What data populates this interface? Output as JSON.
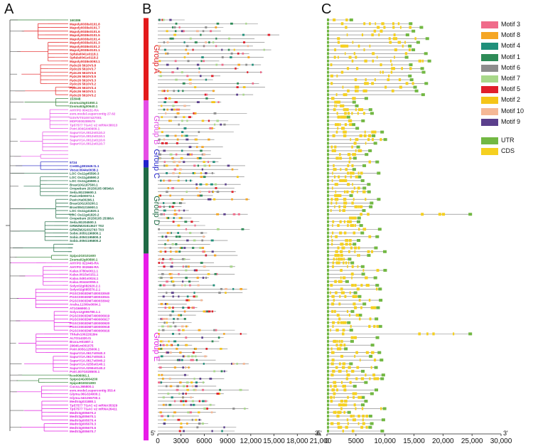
{
  "panels": {
    "a": "A",
    "b": "B",
    "c": "C"
  },
  "groups": [
    {
      "label": "Group A",
      "color": "#e31a1c",
      "start": 0,
      "end": 21
    },
    {
      "label": "Group B",
      "color": "#e54ce5",
      "start": 22,
      "end": 37
    },
    {
      "label": "Group C",
      "color": "#2222cc",
      "start": 38,
      "end": 39
    },
    {
      "label": "Group D",
      "color": "#1f6b45",
      "start": 40,
      "end": 62
    },
    {
      "label": "Group E",
      "color": "#e81ce8",
      "start": 63,
      "end": 112
    }
  ],
  "leaves": [
    {
      "name": "160386",
      "g": "other"
    },
    {
      "name": "Mapoly0038s0101.8",
      "g": "A"
    },
    {
      "name": "Mapoly0038s0101.7",
      "g": "A"
    },
    {
      "name": "Mapoly0038s0101.6",
      "g": "A"
    },
    {
      "name": "Mapoly0038s0101.5",
      "g": "A"
    },
    {
      "name": "Mapoly0038s0101.4",
      "g": "A"
    },
    {
      "name": "Mapoly0038s0101.3",
      "g": "A"
    },
    {
      "name": "Mapoly0038s0101.2",
      "g": "A"
    },
    {
      "name": "Mapoly0038s0101.1",
      "g": "A"
    },
    {
      "name": "Spfala0041s0118.1",
      "g": "A"
    },
    {
      "name": "Spfala0041s0118.2",
      "g": "A"
    },
    {
      "name": "Mapoly0038s0093.1",
      "g": "A"
    },
    {
      "name": "Pp3c26 5610V3.8",
      "g": "A"
    },
    {
      "name": "Pp3c26 5610V3.7",
      "g": "A"
    },
    {
      "name": "Pp3c26 5610V3.6",
      "g": "A"
    },
    {
      "name": "Pp3c26 5610V3.5",
      "g": "A"
    },
    {
      "name": "Pp3c26 5610V3.3",
      "g": "A"
    },
    {
      "name": "Pp3c26 5610V3.2",
      "g": "A"
    },
    {
      "name": "Pp3c26 5610V3.4",
      "g": "A"
    },
    {
      "name": "Pp3c26 5610V3.1",
      "g": "A"
    },
    {
      "name": "Pp3c26 5610V3.2",
      "g": "A"
    },
    {
      "name": "153048",
      "g": "other"
    },
    {
      "name": "Zosma15g01650.1",
      "g": "other"
    },
    {
      "name": "Zosma53g00640.1",
      "g": "other"
    },
    {
      "name": "AHYPO 004151-RA",
      "g": "B"
    },
    {
      "name": "evm.model.supercontig 27.62",
      "g": "B"
    },
    {
      "name": "GSVIVT01007437001",
      "g": "B"
    },
    {
      "name": "MDP0000289579",
      "g": "B"
    },
    {
      "name": "Tp57577 TGAC v2 mRNA38013",
      "g": "B"
    },
    {
      "name": "Potri.004G040900.1",
      "g": "B"
    },
    {
      "name": "SapurV1A.0012s0110.2",
      "g": "B"
    },
    {
      "name": "SapurV1A.0012s0110.1",
      "g": "B"
    },
    {
      "name": "SapurV1A.0012s0110.6",
      "g": "B"
    },
    {
      "name": "SapurV1A.0012s0110.7",
      "g": "B"
    },
    {
      "name": "",
      "g": "B"
    },
    {
      "name": "",
      "g": "B"
    },
    {
      "name": "",
      "g": "B"
    },
    {
      "name": "",
      "g": "B"
    },
    {
      "name": "5724",
      "g": "C"
    },
    {
      "name": "Cre08.g381949.t1.1",
      "g": "C"
    },
    {
      "name": "Vocar.0044s0038.1",
      "g": "C"
    },
    {
      "name": "LOC Os11g45590.3",
      "g": "D"
    },
    {
      "name": "LOC Os11g45590.2",
      "g": "D"
    },
    {
      "name": "LOC Os11g45590.1",
      "g": "D"
    },
    {
      "name": "Brast10G187500.1",
      "g": "D"
    },
    {
      "name": "Oropetium 20150105 08546A",
      "g": "D"
    },
    {
      "name": "Seita.8G236600.1",
      "g": "D"
    },
    {
      "name": "Pavir.Hb00072.1",
      "g": "D"
    },
    {
      "name": "Pavir.Ha00296.1",
      "g": "D"
    },
    {
      "name": "Brast10G163200.1",
      "g": "D"
    },
    {
      "name": "Brast05G215900.1",
      "g": "D"
    },
    {
      "name": "LOC Os11g41820.1",
      "g": "D"
    },
    {
      "name": "LOC Os11g41820.2",
      "g": "D"
    },
    {
      "name": "Oropetium 20150105 25386A",
      "g": "D"
    },
    {
      "name": "Seita.8G204500.1",
      "g": "D"
    },
    {
      "name": "GRMZM2G813627 T02",
      "g": "D"
    },
    {
      "name": "GRMZM2G032763 T03",
      "g": "D"
    },
    {
      "name": "Sobic.005G196800.1",
      "g": "D"
    },
    {
      "name": "Sobic.005G195800.3",
      "g": "D"
    },
    {
      "name": "Sobic.005G195800.2",
      "g": "D"
    },
    {
      "name": "",
      "g": "D"
    },
    {
      "name": "",
      "g": "D"
    },
    {
      "name": "",
      "g": "D"
    },
    {
      "name": "Spipo2G0101600",
      "g": "other"
    },
    {
      "name": "Zosma02g00890.1",
      "g": "other"
    },
    {
      "name": "AHYPO 022445-RA",
      "g": "E"
    },
    {
      "name": "AHYPO 002666-RA",
      "g": "E"
    },
    {
      "name": "Kalax.0780s0011.1",
      "g": "E"
    },
    {
      "name": "Kalax.0015s0151.1",
      "g": "E"
    },
    {
      "name": "Kalax.0491s0024.1",
      "g": "E"
    },
    {
      "name": "Kalax.0044s0055.1",
      "g": "E"
    },
    {
      "name": "Solyc02g082920.2.1",
      "g": "E"
    },
    {
      "name": "Solyc02g085570.2.1",
      "g": "E"
    },
    {
      "name": "PGSC0003DMT400033040",
      "g": "E"
    },
    {
      "name": "PGSC0003DMT400033041",
      "g": "E"
    },
    {
      "name": "PGSC0003DMT400033042",
      "g": "E"
    },
    {
      "name": "Araha.11309s0004.1",
      "g": "E"
    },
    {
      "name": "AT1G66900.1",
      "g": "E"
    },
    {
      "name": "Solyc12g006780.1.1",
      "g": "E"
    },
    {
      "name": "PGSC0003DMT400000919",
      "g": "E"
    },
    {
      "name": "PGSC0003DMT400000917",
      "g": "E"
    },
    {
      "name": "PGSC0003DMT400000920",
      "g": "E"
    },
    {
      "name": "PGSC0003DMT400000918",
      "g": "E"
    },
    {
      "name": "PGSC0003DMT400000916",
      "g": "E"
    },
    {
      "name": "Thhalv10022618m",
      "g": "E"
    },
    {
      "name": "ALTO14320.t1",
      "g": "E"
    },
    {
      "name": "Brara.H01687.1",
      "g": "E"
    },
    {
      "name": "29646.m001075",
      "g": "E"
    },
    {
      "name": "Potri.005G125000.1",
      "g": "E"
    },
    {
      "name": "SapurV1A.0617s0040.3",
      "g": "E"
    },
    {
      "name": "SapurV1A.0617s0040.1",
      "g": "E"
    },
    {
      "name": "SapurV1A.0617s0040.2",
      "g": "E"
    },
    {
      "name": "SapurV1A.0255s0140.1",
      "g": "E"
    },
    {
      "name": "SapurV1A.0255s0140.2",
      "g": "E"
    },
    {
      "name": "Potri.007G028500.1",
      "g": "E"
    },
    {
      "name": "Aco006091.1",
      "g": "other"
    },
    {
      "name": "Spipo24G0004200",
      "g": "other"
    },
    {
      "name": "Spipo8G0021800",
      "g": "other"
    },
    {
      "name": "Cucsa.365800.1",
      "g": "E"
    },
    {
      "name": "evm.model.supercontig 353.4",
      "g": "E"
    },
    {
      "name": "Glyma.06G324000.1",
      "g": "E"
    },
    {
      "name": "Glyma.04G255700.1",
      "g": "E"
    },
    {
      "name": "Medtr4g031880.1",
      "g": "E"
    },
    {
      "name": "Tp57577 TGAC v2 mRNA35329",
      "g": "E"
    },
    {
      "name": "Tp57577 TGAC v2 mRNA26411",
      "g": "E"
    },
    {
      "name": "Medtr3g005670.2",
      "g": "E"
    },
    {
      "name": "Medtr3g005670.1",
      "g": "E"
    },
    {
      "name": "Medtr3g005670.4",
      "g": "E"
    },
    {
      "name": "Medtr3g005670.3",
      "g": "E"
    },
    {
      "name": "Medtr3g005670.6",
      "g": "E"
    },
    {
      "name": "Medtr3g005670.7",
      "g": "E"
    }
  ],
  "leafColors": {
    "A": "#e31a1c",
    "B": "#e54ce5",
    "C": "#1f1fbf",
    "D": "#1f6b45",
    "E": "#e01ce0",
    "other": "#2e7d32"
  },
  "axisB": {
    "ticks": [
      "0",
      "3000",
      "6000",
      "9000",
      "12,000",
      "15,000",
      "18,000",
      "21,000"
    ],
    "end5": "5'",
    "end3": "3'"
  },
  "axisC": {
    "ticks": [
      "0",
      "5000",
      "10,000",
      "15,000",
      "20,000",
      "25,000",
      "30,000"
    ],
    "end5": "5'",
    "end3": "3'"
  },
  "motifs": [
    {
      "label": "Motif 3",
      "color": "#f06b8a",
      "icon": "motif-3-swatch"
    },
    {
      "label": "Motif 8",
      "color": "#f5a623",
      "icon": "motif-8-swatch"
    },
    {
      "label": "Motif 4",
      "color": "#1f8f7a",
      "icon": "motif-4-swatch"
    },
    {
      "label": "Motif 1",
      "color": "#2e8b57",
      "icon": "motif-1-swatch"
    },
    {
      "label": "Motif 6",
      "color": "#8d8d8d",
      "icon": "motif-6-swatch"
    },
    {
      "label": "Motif 7",
      "color": "#a8d88a",
      "icon": "motif-7-swatch"
    },
    {
      "label": "Motif 5",
      "color": "#e0202b",
      "icon": "motif-5-swatch"
    },
    {
      "label": "Motif 2",
      "color": "#f5c518",
      "icon": "motif-2-swatch"
    },
    {
      "label": "Motif 10",
      "color": "#f5b896",
      "icon": "motif-10-swatch"
    },
    {
      "label": "Motif 9",
      "color": "#5b3f8c",
      "icon": "motif-9-swatch"
    }
  ],
  "structure": [
    {
      "label": "UTR",
      "color": "#72b843",
      "icon": "utr-swatch"
    },
    {
      "label": "CDS",
      "color": "#f5d020",
      "icon": "cds-swatch"
    }
  ]
}
